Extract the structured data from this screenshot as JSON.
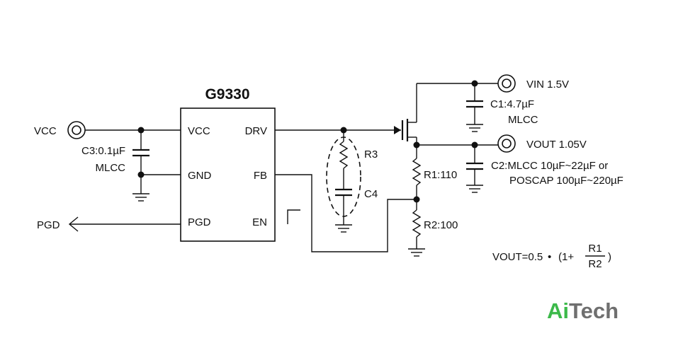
{
  "chip": {
    "name": "G9330",
    "pins_left": [
      "VCC",
      "GND",
      "PGD"
    ],
    "pins_right": [
      "DRV",
      "FB",
      "EN"
    ]
  },
  "ports": {
    "vcc": "VCC",
    "pgd": "PGD",
    "vin": "VIN  1.5V",
    "vout": "VOUT  1.05V"
  },
  "components": {
    "c3_line1": "C3:0.1µF",
    "c3_line2": "MLCC",
    "r3": "R3",
    "c4": "C4",
    "c1_line1": "C1:4.7µF",
    "c1_line2": "MLCC",
    "c2_line1": "C2:MLCC 10µF~22µF or",
    "c2_line2": "POSCAP 100µF~220µF",
    "r1": "R1:110",
    "r2": "R2:100"
  },
  "formula": {
    "prefix": "VOUT=0.5",
    "bullet": "•",
    "open": "(1+",
    "numerator": "R1",
    "denominator": "R2",
    "close": ")"
  },
  "brand": {
    "ai": "Ai",
    "tech": "Tech"
  }
}
